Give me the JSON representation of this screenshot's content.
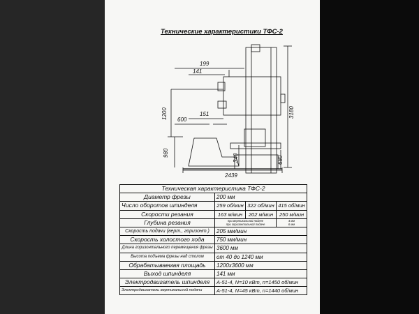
{
  "title": "Технические характеристики ТФС-2",
  "dimensions": {
    "d199": "199",
    "d141": "141",
    "d1200": "1200",
    "d600": "600",
    "d151": "151",
    "d3180": "3180",
    "d980": "980",
    "d340": "340",
    "d680": "680",
    "d2439": "2439"
  },
  "table": {
    "caption": "Техническая характеристика ТФС-2",
    "rows": [
      {
        "label": "Диаметр фрезы",
        "value": "200 мм"
      },
      {
        "label": "Число оборотов шпинделя",
        "values": [
          "259 об/мин",
          "322 об/мин",
          "415 об/мин"
        ]
      },
      {
        "label": "Скорости резания",
        "values": [
          "163 м/мин",
          "202 м/мин",
          "250 м/мин"
        ]
      },
      {
        "label": "Глубина резания",
        "notes": [
          "при вертикальной подаче",
          "при горизонтальной подаче"
        ],
        "depths": [
          "4 мм",
          "6 мм"
        ]
      },
      {
        "label": "Скорость подачи (верт., горизонт.)",
        "value": "205 мм/мин"
      },
      {
        "label": "Скорость холостого хода",
        "value": "750 мм/мин"
      },
      {
        "label": "Длина горизонтального перемещения фрезы",
        "value": "3600 мм"
      },
      {
        "label": "Высота подъема фрезы над столом",
        "value": "от 40 до 1240 мм"
      },
      {
        "label": "Обрабатываемая площадь",
        "value": "1200х3600 мм"
      },
      {
        "label": "Выход шпинделя",
        "value": "141 мм"
      },
      {
        "label": "Электродвигатель шпинделя",
        "value": "А-51-4, N=10 кВт, n=1450 об/мин"
      },
      {
        "label": "Электродвигатель вертикальной подачи",
        "value": "А-51-4, N=45 кВт, n=1440 об/мин"
      }
    ]
  }
}
